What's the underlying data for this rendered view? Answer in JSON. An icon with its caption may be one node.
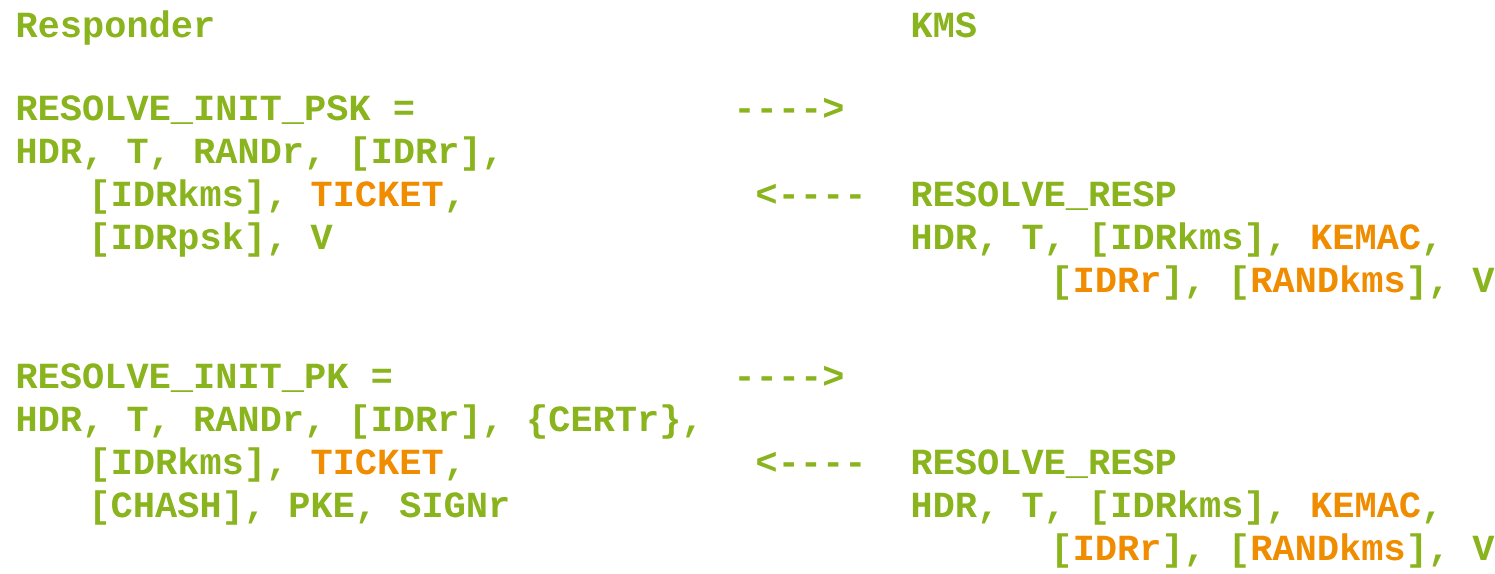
{
  "diagram": {
    "labels": [
      "Responder",
      "KMS",
      "RESOLVE_INIT_PSK =",
      "---->",
      "HDR, T, RANDr, [IDRr],",
      "[IDRkms],",
      "TICKET",
      ",",
      "<----",
      "RESOLVE_RESP",
      "[IDRpsk], V",
      "HDR, T, [IDRkms],",
      "KEMAC",
      ",",
      "[",
      "IDRr",
      "], [",
      "RANDkms",
      "], V",
      "RESOLVE_INIT_PK =",
      "---->",
      "HDR, T, RANDr, [IDRr], {CERTr},",
      "[IDRkms],",
      "TICKET",
      ",",
      "<----",
      "RESOLVE_RESP",
      "[CHASH], PKE, SIGNr",
      "HDR, T, [IDRkms],",
      "KEMAC",
      ",",
      "[",
      "IDRr",
      "], [",
      "RANDkms",
      "], V"
    ]
  }
}
